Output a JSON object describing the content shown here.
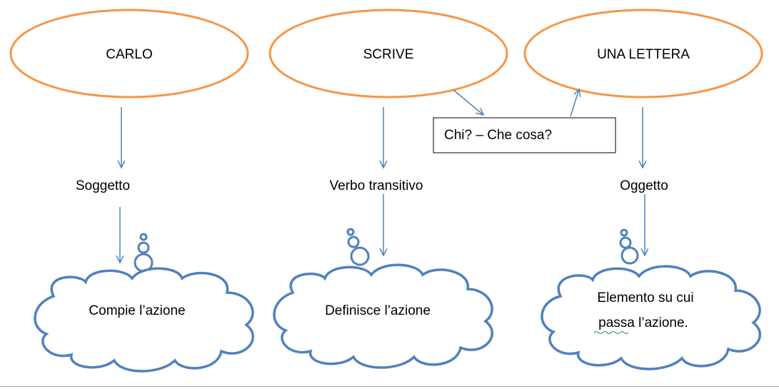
{
  "ellipses": [
    {
      "label": "CARLO"
    },
    {
      "label": "SCRIVE"
    },
    {
      "label": "UNA LETTERA"
    }
  ],
  "roles": [
    {
      "label": "Soggetto"
    },
    {
      "label": "Verbo transitivo"
    },
    {
      "label": "Oggetto"
    }
  ],
  "question_box": {
    "label": "Chi? – Che cosa?"
  },
  "clouds": [
    {
      "lines": [
        "Compie l’azione"
      ]
    },
    {
      "lines": [
        "Definisce l’azione"
      ]
    },
    {
      "lines": [
        "Elemento su cui",
        "passa l’azione."
      ]
    }
  ],
  "colors": {
    "ellipse_stroke": "#F79646",
    "cloud_stroke": "#4F81BD",
    "arrow": "#4F81BD",
    "box_stroke": "#000000",
    "squiggle": "#2E8B57"
  }
}
